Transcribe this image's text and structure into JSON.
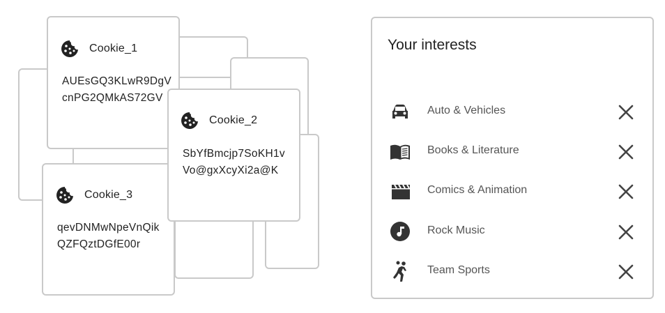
{
  "cookies": [
    {
      "name": "Cookie_1",
      "lines": [
        "AUEsGQ3KLwR9DgV",
        "cnPG2QMkAS72GV"
      ]
    },
    {
      "name": "Cookie_2",
      "lines": [
        "SbYfBmcjp7SoKH1v",
        "Vo@gxXcyXi2a@K"
      ]
    },
    {
      "name": "Cookie_3",
      "lines": [
        "qevDNMwNpeVnQik",
        "QZFQztDGfE00r"
      ]
    }
  ],
  "interests": {
    "title": "Your interests",
    "items": [
      {
        "label": "Auto & Vehicles",
        "icon": "car-icon"
      },
      {
        "label": "Books & Literature",
        "icon": "book-icon"
      },
      {
        "label": "Comics & Animation",
        "icon": "clapperboard-icon"
      },
      {
        "label": "Rock Music",
        "icon": "music-note-icon"
      },
      {
        "label": "Team Sports",
        "icon": "sports-player-icon"
      }
    ]
  },
  "colors": {
    "border": "#c9c9c9",
    "icon": "#333333",
    "close": "#444444"
  }
}
